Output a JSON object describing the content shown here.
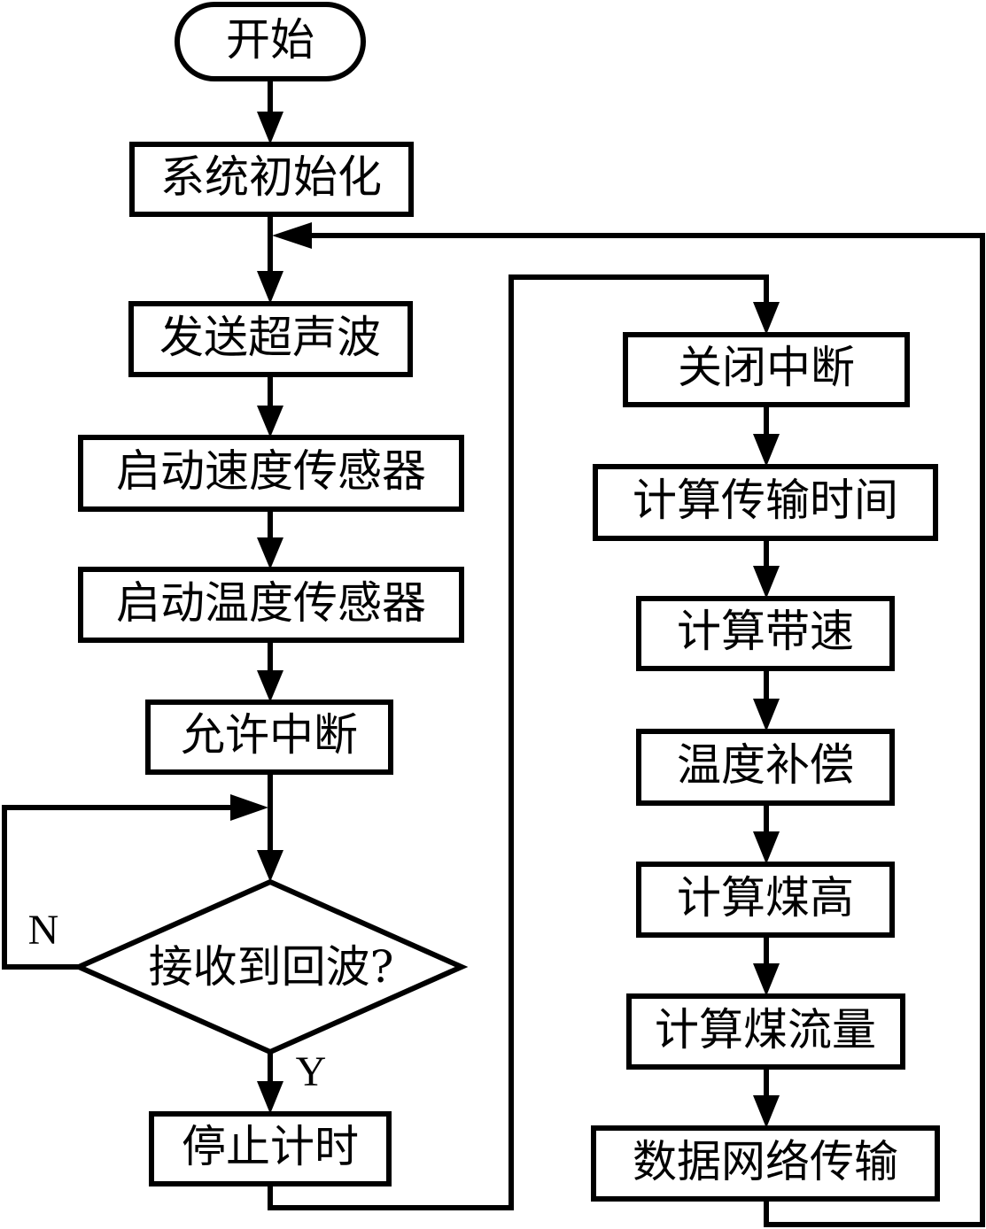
{
  "flowchart": {
    "start": "开始",
    "init": "系统初始化",
    "send_ultrasonic": "发送超声波",
    "start_speed_sensor": "启动速度传感器",
    "start_temp_sensor": "启动温度传感器",
    "enable_interrupt": "允许中断",
    "decision": "接收到回波?",
    "label_no": "N",
    "label_yes": "Y",
    "stop_timer": "停止计时",
    "close_interrupt": "关闭中断",
    "calc_transit_time": "计算传输时间",
    "calc_belt_speed": "计算带速",
    "temp_compensation": "温度补偿",
    "calc_coal_height": "计算煤高",
    "calc_coal_flow": "计算煤流量",
    "data_network_transfer": "数据网络传输"
  }
}
